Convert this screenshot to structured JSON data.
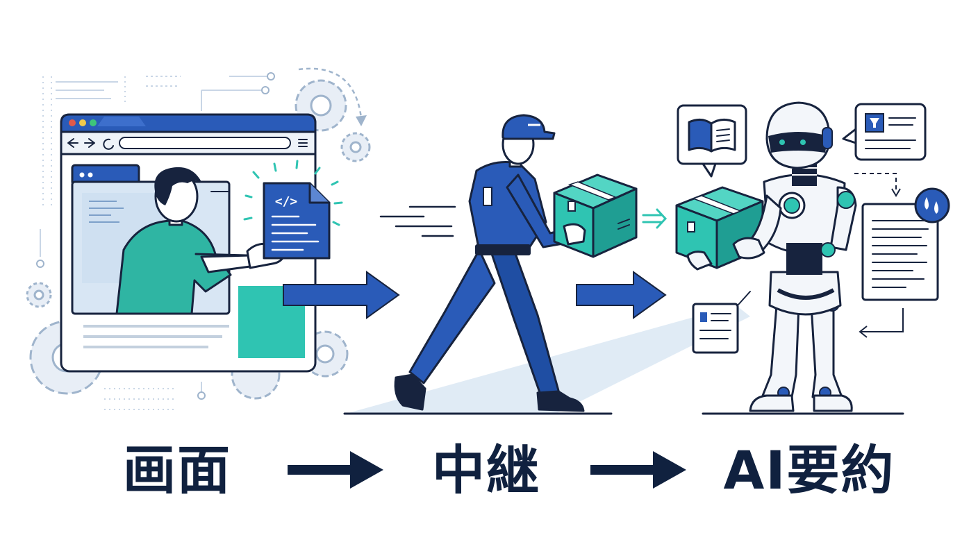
{
  "captions": {
    "step1": "画面",
    "step2": "中継",
    "step3": "AI要約"
  },
  "code_doc": {
    "code_tag": "</>"
  },
  "colors": {
    "navy": "#10213f",
    "blue": "#2a5bb8",
    "light_blue": "#d8e6f4",
    "teal": "#2fc4b2",
    "teal_dark": "#1f9e93",
    "line": "#17233e"
  },
  "icons": [
    "gear-icon",
    "browser-icon",
    "code-document-icon",
    "box-icon",
    "book-icon",
    "filter-icon",
    "water-drop-icon",
    "robot-icon",
    "arrow-right-icon"
  ]
}
